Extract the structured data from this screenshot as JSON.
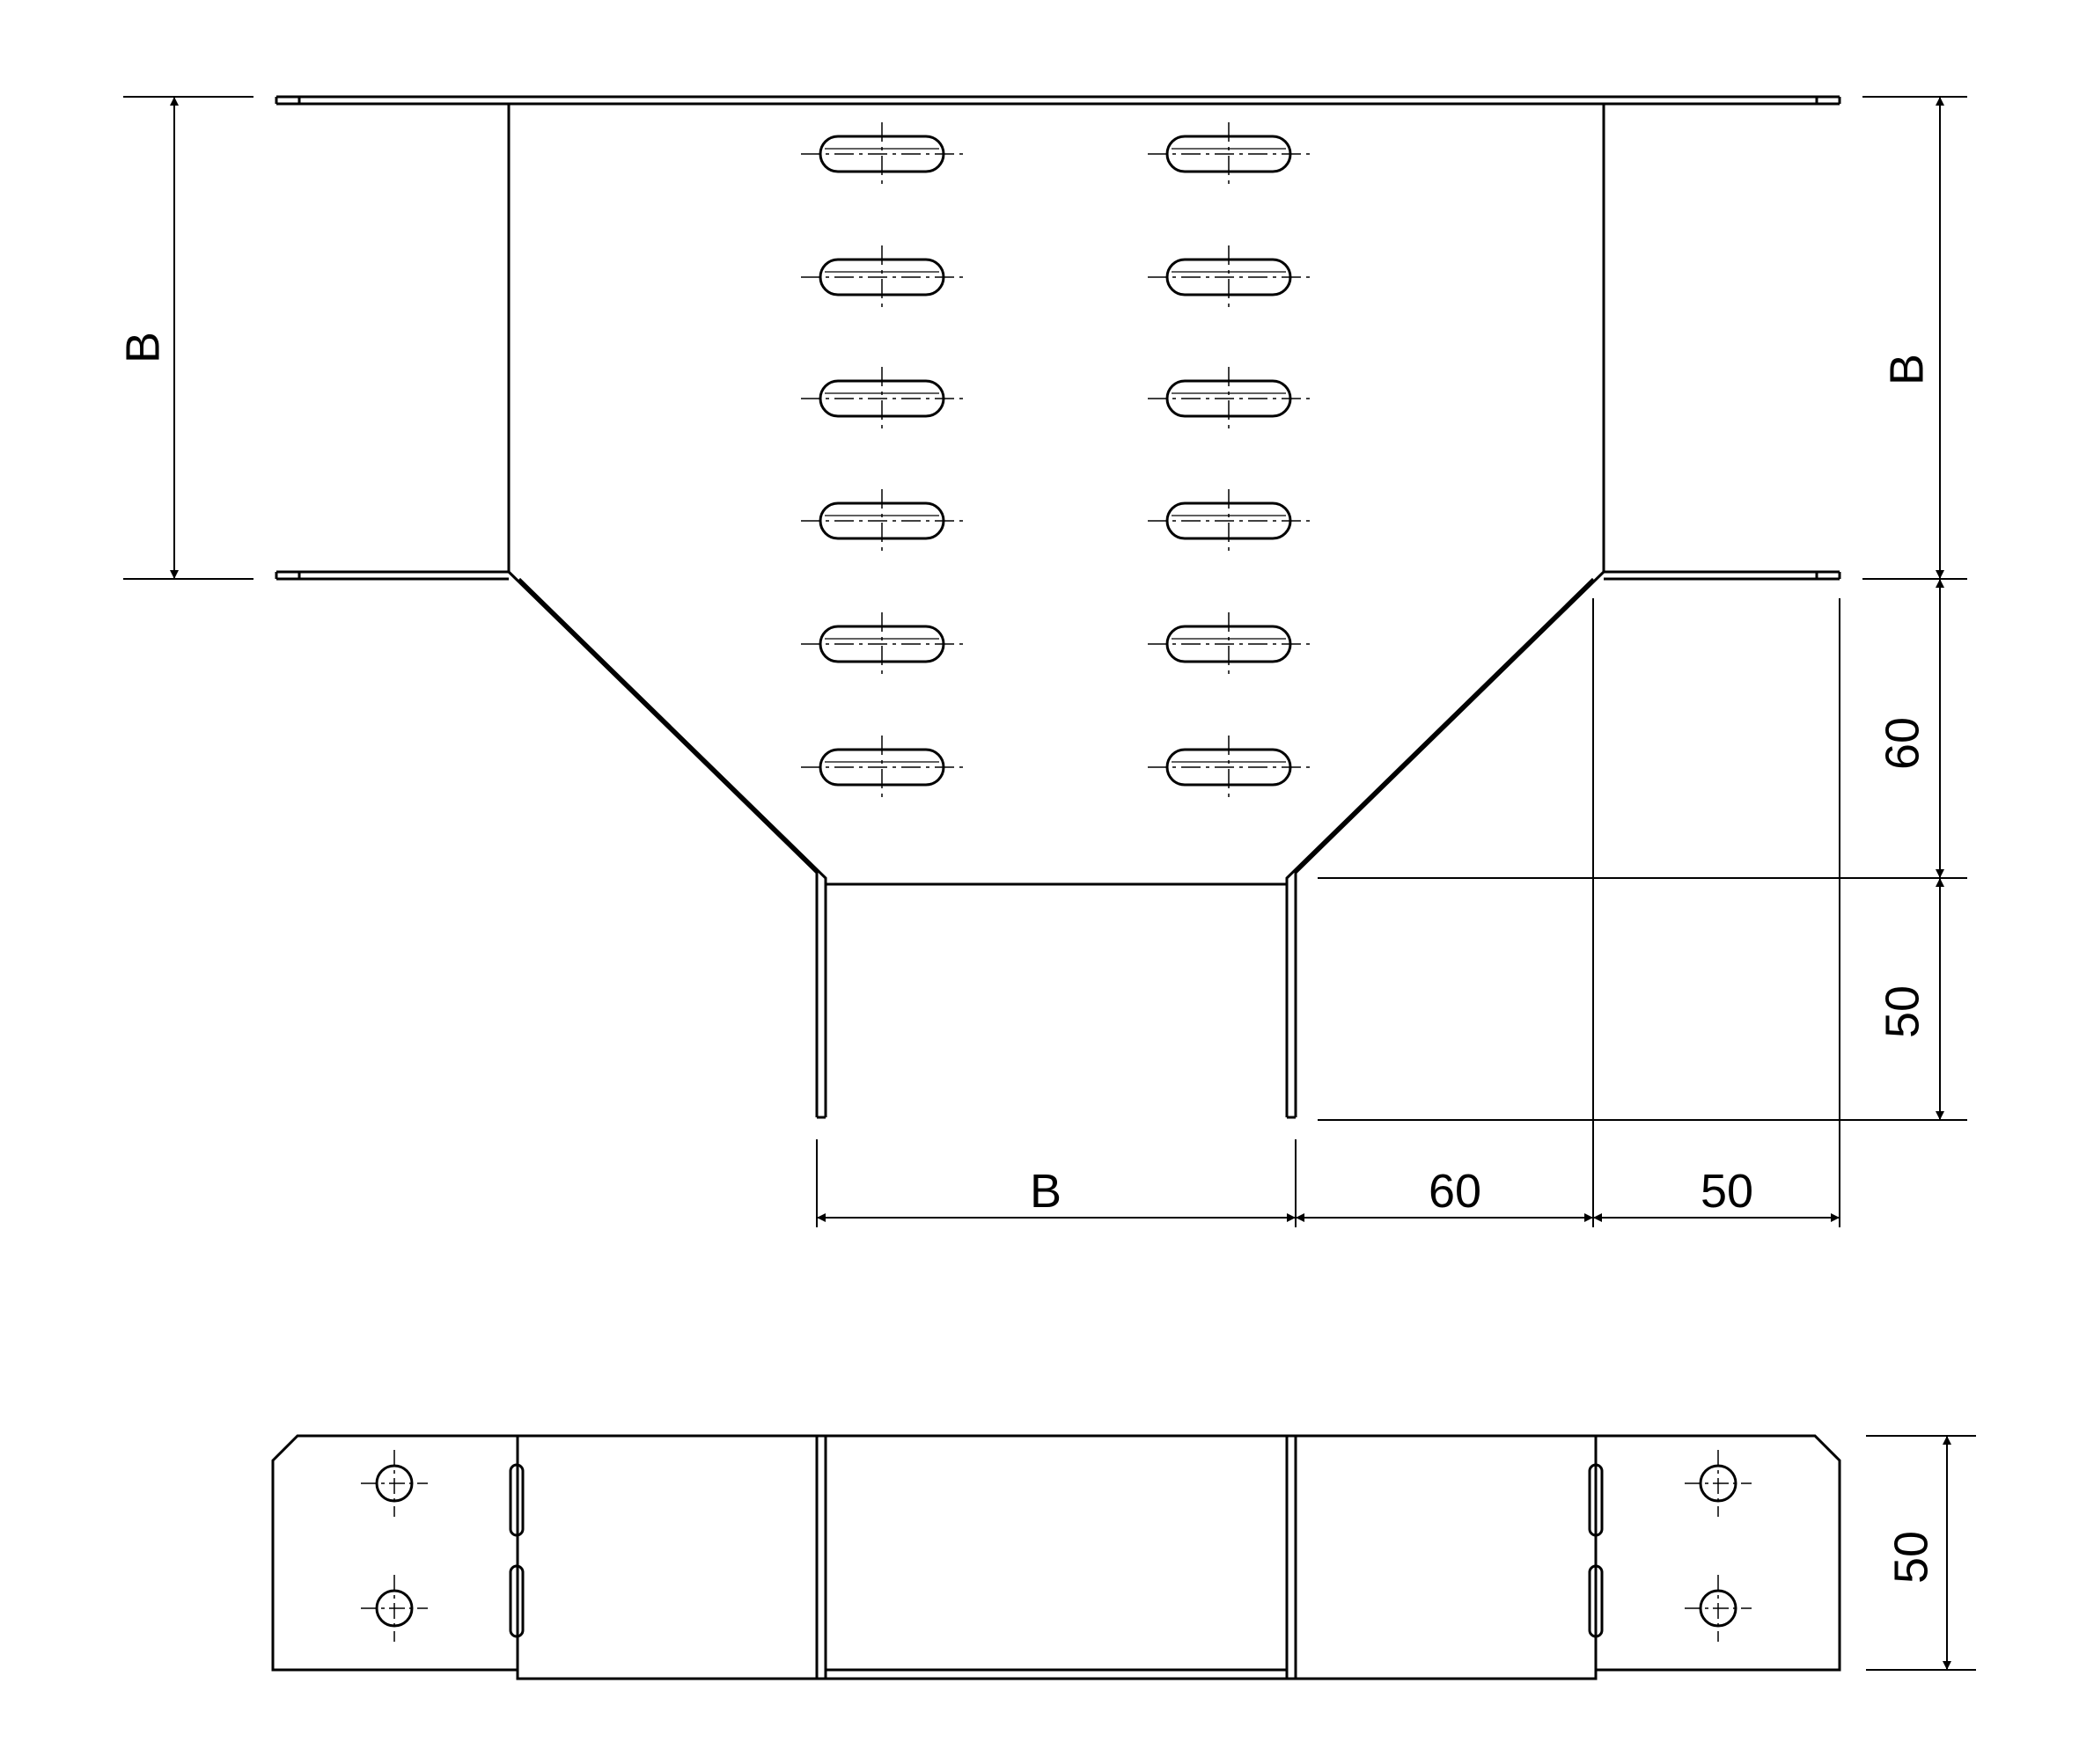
{
  "colors": {
    "line": "#000000",
    "background": "#ffffff"
  },
  "dimensions": {
    "left_width": "B",
    "right_width": "B",
    "right_transition_height": "60",
    "right_stub_height": "50",
    "bottom_branch_width": "B",
    "bottom_transition_width": "60",
    "bottom_stub_width": "50",
    "side_view_height": "50"
  }
}
